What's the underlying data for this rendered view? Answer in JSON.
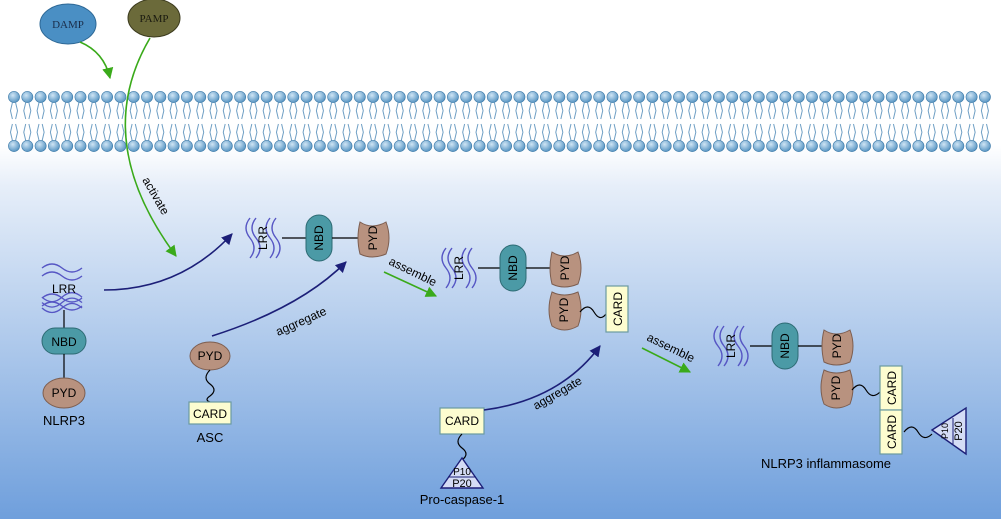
{
  "stimuli": {
    "damp": "DAMP",
    "pamp": "PAMP"
  },
  "actions": {
    "activate": "activate",
    "aggregate": "aggregate",
    "assemble": "assemble"
  },
  "domains": {
    "lrr": "LRR",
    "nbd": "NBD",
    "pyd": "PYD",
    "card": "CARD",
    "p10": "P10",
    "p20": "P20"
  },
  "labels": {
    "nlrp3": "NLRP3",
    "asc": "ASC",
    "procaspase": "Pro-caspase-1",
    "inflammasome": "NLRP3 inflammasome"
  },
  "colors": {
    "background_top": "#ffffff",
    "background_bottom": "#6f9fdc",
    "lipid_head": "#6aa5cf",
    "damp": "#4a8fc4",
    "pamp": "#6b6a3a",
    "lrr_stroke": "#5656c4",
    "nbd_fill": "#4b9aa6",
    "pyd_fill": "#b8927f",
    "card_fill": "#fdfdd0",
    "caspase_fill": "#d4dcf5",
    "green_arrow": "#3aaa1a",
    "navy_arrow": "#1c1f78"
  }
}
